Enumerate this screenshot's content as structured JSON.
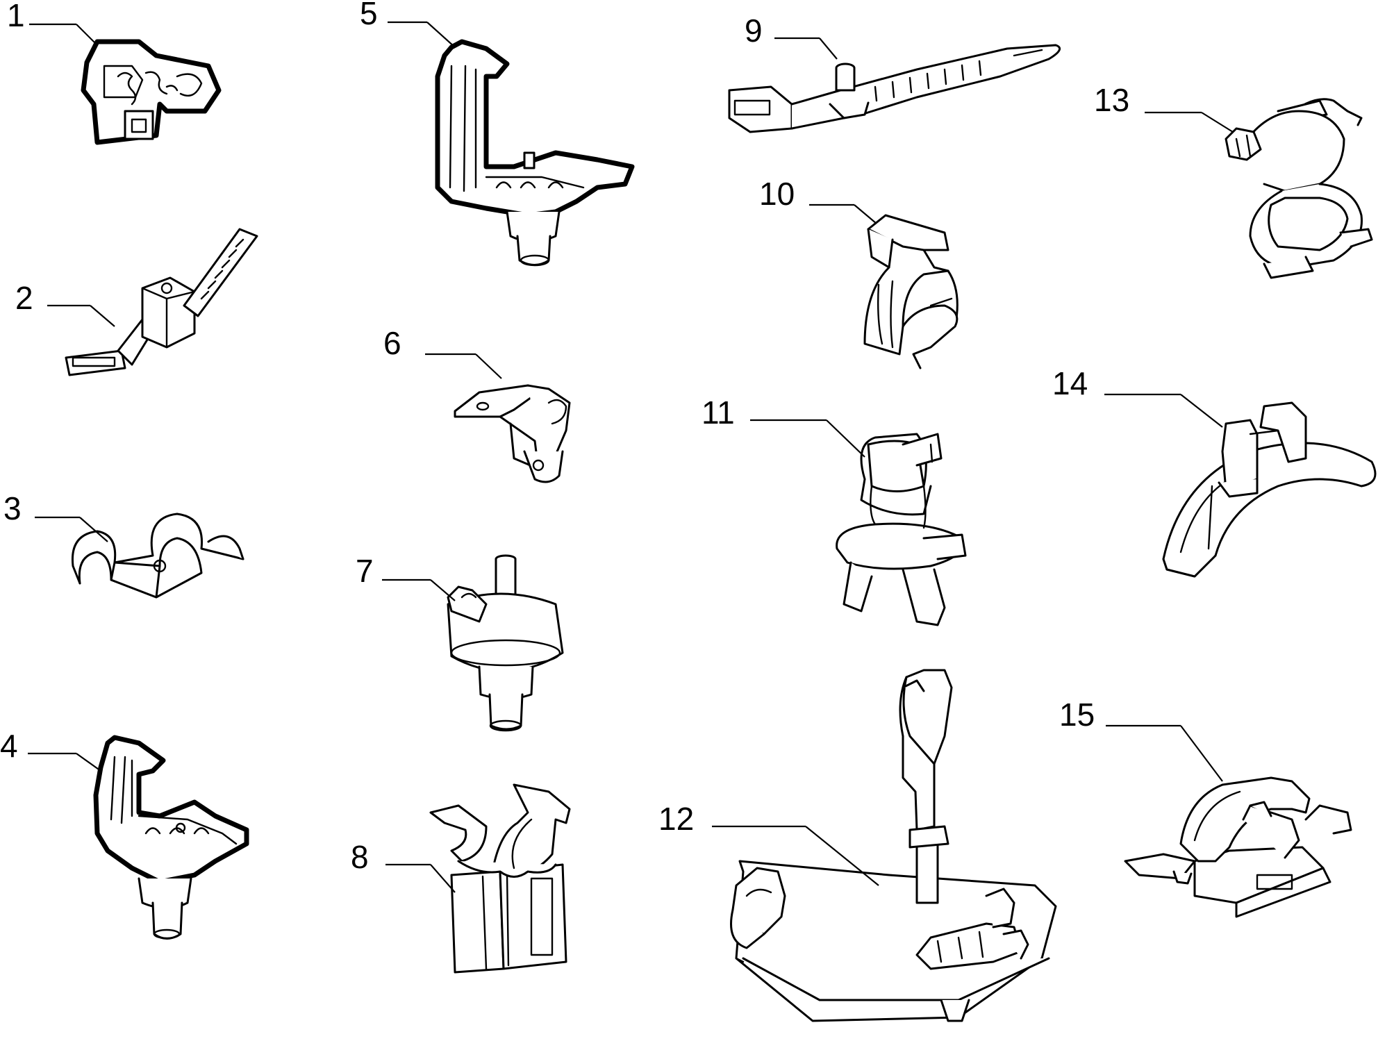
{
  "diagram": {
    "callouts": [
      {
        "id": 1,
        "label": "1"
      },
      {
        "id": 2,
        "label": "2"
      },
      {
        "id": 3,
        "label": "3"
      },
      {
        "id": 4,
        "label": "4"
      },
      {
        "id": 5,
        "label": "5"
      },
      {
        "id": 6,
        "label": "6"
      },
      {
        "id": 7,
        "label": "7"
      },
      {
        "id": 8,
        "label": "8"
      },
      {
        "id": 9,
        "label": "9"
      },
      {
        "id": 10,
        "label": "10"
      },
      {
        "id": 11,
        "label": "11"
      },
      {
        "id": 12,
        "label": "12"
      },
      {
        "id": 13,
        "label": "13"
      },
      {
        "id": 14,
        "label": "14"
      },
      {
        "id": 15,
        "label": "15"
      }
    ],
    "line_color": "#000000",
    "background": "#ffffff"
  }
}
